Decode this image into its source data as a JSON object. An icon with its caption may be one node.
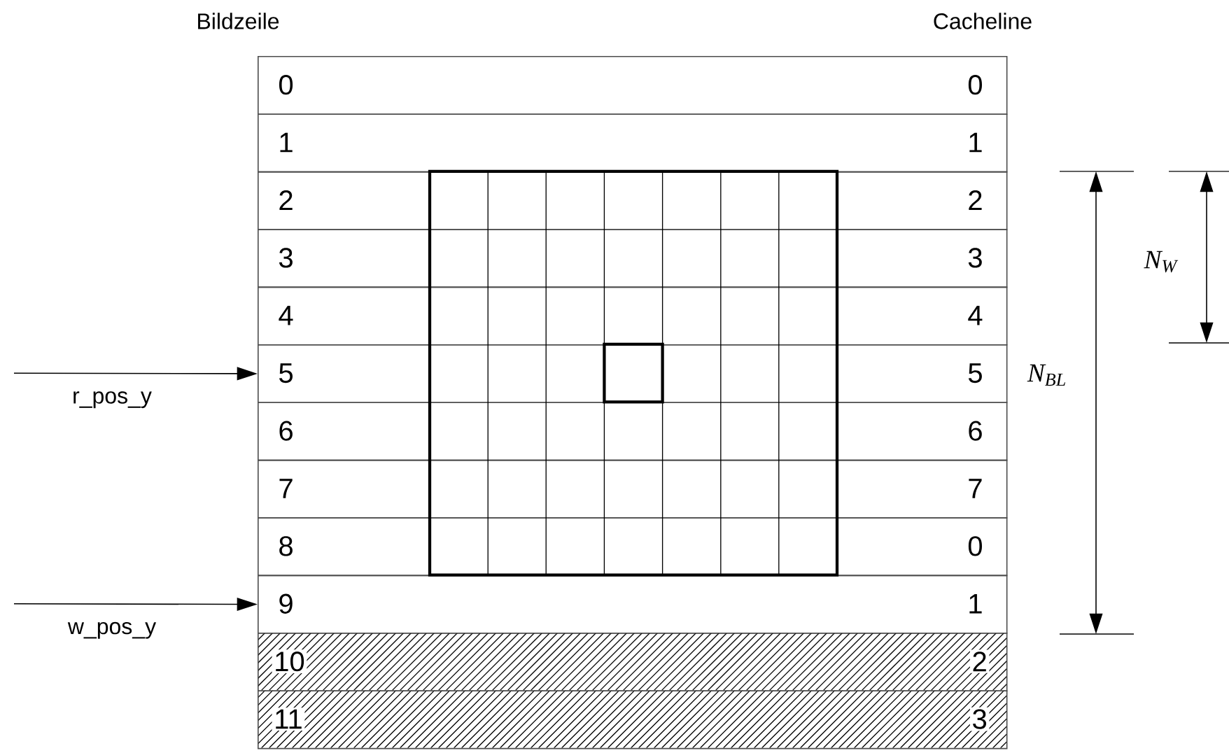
{
  "diagram": {
    "nodes": [
      {
        "text": [
          "0",
          "0"
        ]
      },
      {
        "text": [
          "1",
          "1"
        ]
      },
      {
        "text": [
          "2",
          "2"
        ]
      },
      {
        "text": [
          "3",
          "3"
        ]
      },
      {
        "text": [
          "4",
          "4"
        ]
      },
      {
        "text": [
          "5",
          "5"
        ]
      },
      {
        "text": [
          "6",
          "6"
        ]
      },
      {
        "text": [
          "7",
          "7"
        ]
      },
      {
        "text": [
          "8",
          "0"
        ]
      },
      {
        "text": [
          "9",
          "1"
        ]
      },
      {
        "text": [
          "10",
          "2"
        ]
      },
      {
        "text": [
          "11",
          "3"
        ]
      }
    ],
    "edges": [
      {
        "from": null,
        "to": 5,
        "arrow": "to",
        "label": "r_pos_y"
      },
      {
        "from": null,
        "to": 9,
        "arrow": "to",
        "label": "w_pos_y"
      }
    ],
    "labels": [
      "Bildzeile",
      "Cacheline",
      "N$_{W}$",
      "N$_{BL}$"
    ]
  }
}
